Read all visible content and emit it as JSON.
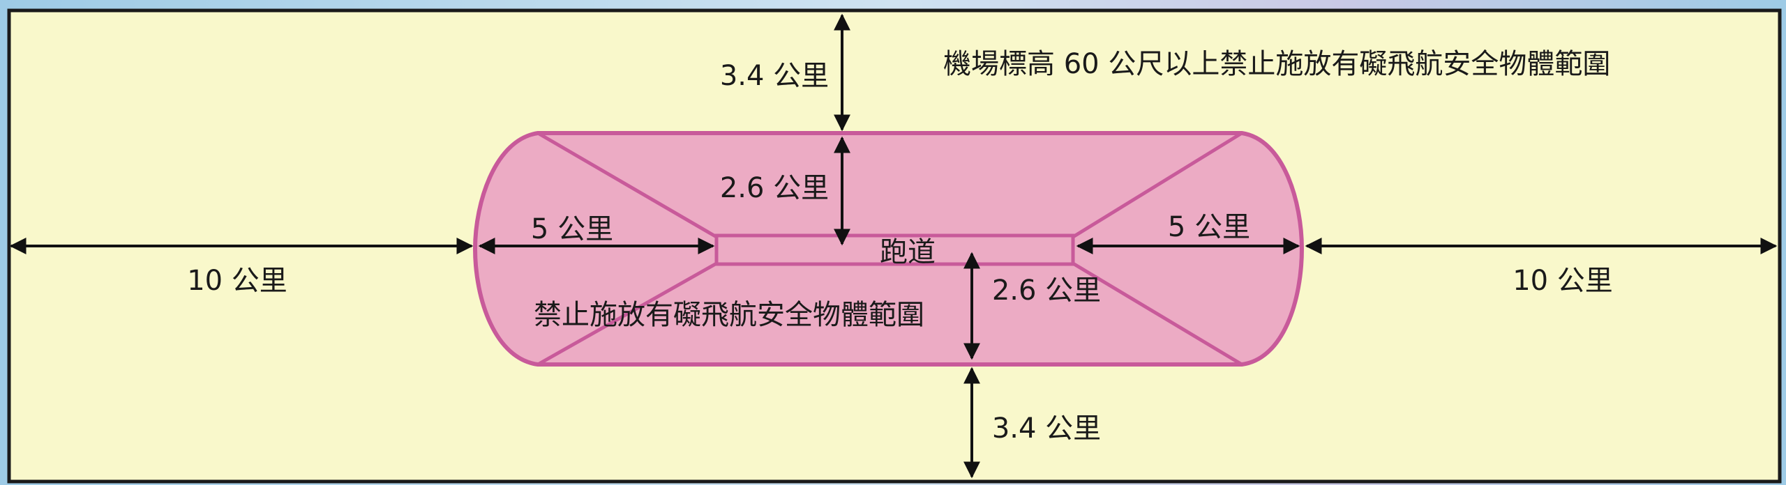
{
  "title": "機場標高 60 公尺以上禁止施放有礙飛航安全物體範圍",
  "inner_zone_label": "禁止施放有礙飛航安全物體範圍",
  "runway_label": "跑道",
  "distances": {
    "top_outer": "3.4 公里",
    "top_inner": "2.6 公里",
    "bottom_inner": "2.6 公里",
    "bottom_outer": "3.4 公里",
    "left_inner": "5 公里",
    "left_outer": "10 公里",
    "right_inner": "5 公里",
    "right_outer": "10 公里"
  },
  "colors": {
    "background": "#f9f8cb",
    "zone_fill": "#ecabc4",
    "zone_stroke": "#c85a9a",
    "frame": "#1a1a1a"
  }
}
